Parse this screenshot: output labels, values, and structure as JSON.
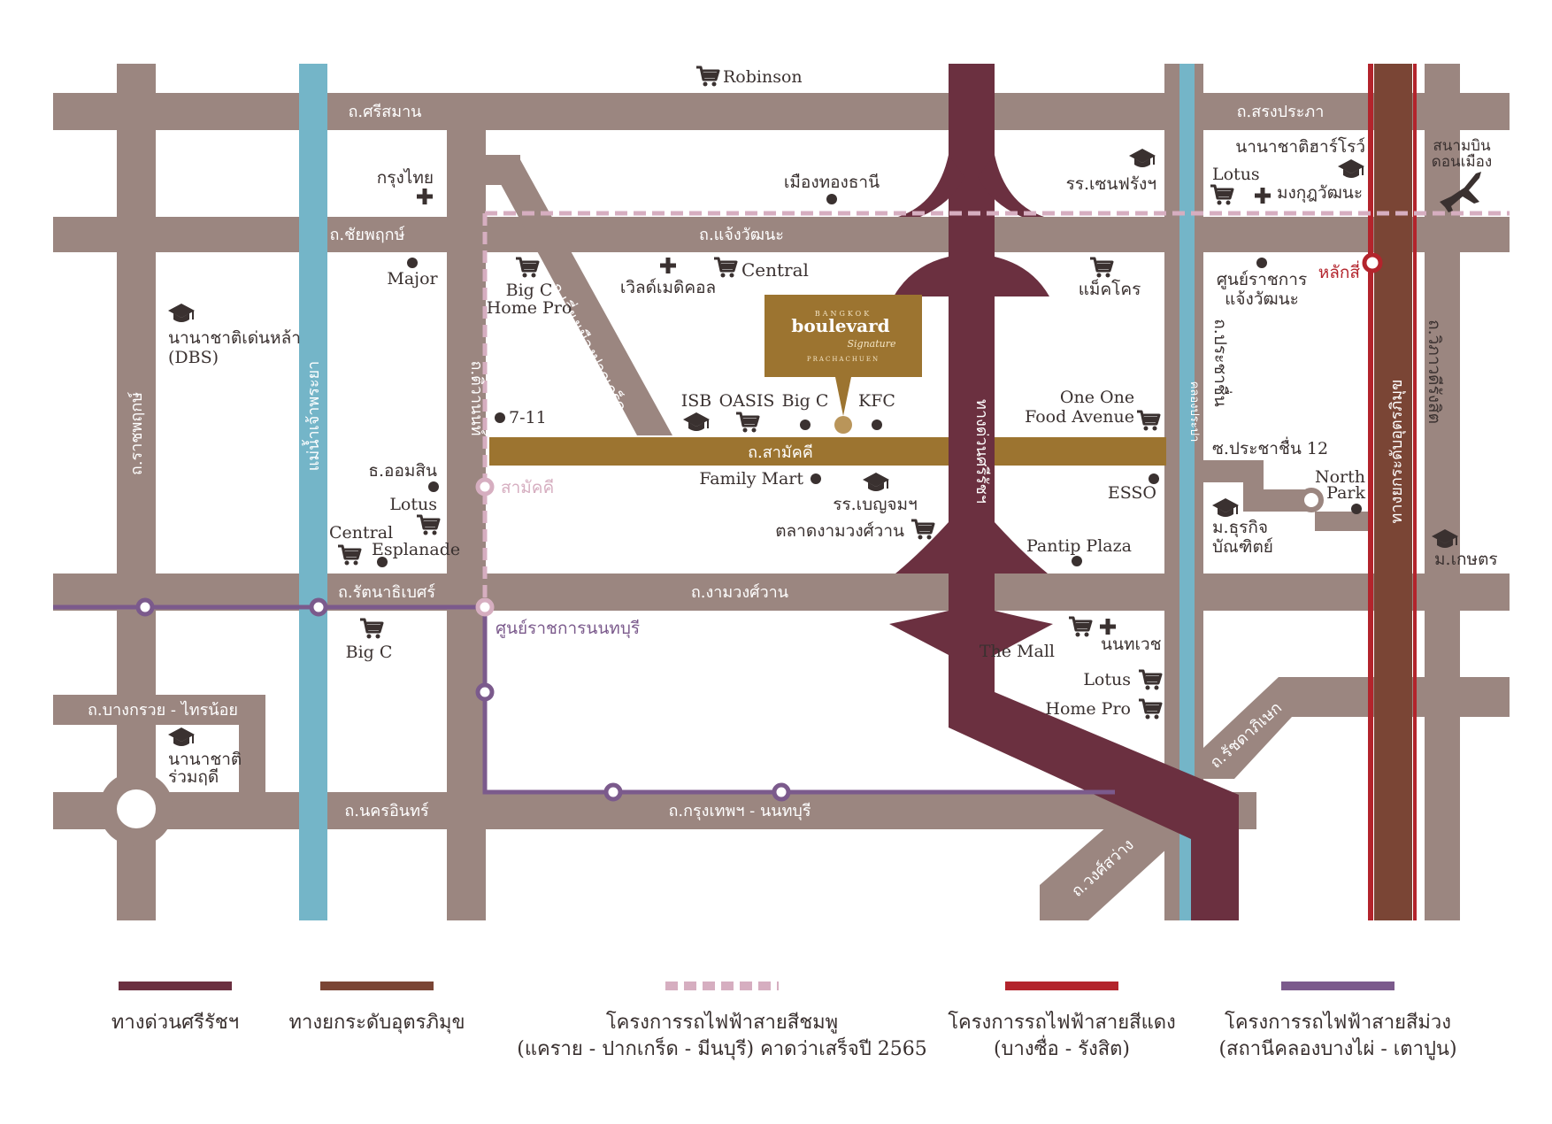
{
  "colors": {
    "road": "#9b8680",
    "expressway": "#6b3040",
    "tollway": "#7a4535",
    "pink_line": "#d6aec0",
    "red_line": "#b3242c",
    "purple_line": "#7b5a8c",
    "canal": "#74b5c8",
    "main_street": "#9c7430",
    "text": "#3a3130",
    "station_red": "#b3242c"
  },
  "roads": {
    "sri_samarn": "ถ.ศรีสมาน",
    "songprapa": "ถ.สรงประภา",
    "chaiyaphruek": "ถ.ชัยพฤกษ์",
    "chaengwattana": "ถ.แจ้งวัฒนะ",
    "samakkhi": "ถ.สามัคคี",
    "rattanathibet": "ถ.รัตนาธิเบศร์",
    "ngamwongwan": "ถ.งามวงศ์วาน",
    "bangkruai_sainoi": "ถ.บางกรวย - ไทรน้อย",
    "nakhon_in": "ถ.นครอินทร์",
    "bangkok_nonthaburi": "ถ.กรุงเทพฯ - นนทบุรี",
    "ratchaphruek": "ถ.ราชพฤกษ์",
    "tiwanon": "ถ.ติวานนท์",
    "leang_muang": "ถ.เลี่ยงเมืองปากเกร็ด",
    "expressway": "ทางด่วนศรีรัชฯ",
    "prachachuen": "ถ.ประชาชื่น",
    "vibhavadi": "ถ.วิภาวดีรังสิต",
    "tollway": "ทางยกระดับอุตรภิมุข",
    "soi_prachachuen12": "ซ.ประชาชื่น 12",
    "ratchadaphisek": "ถ.รัชดาภิเษก",
    "wongsawang": "ถ.วงศ์สว่าง",
    "chaophraya_river": "แม่น้ำเจ้าพระยา",
    "khlong_prapa": "คลองประปา"
  },
  "places": {
    "robinson": "Robinson",
    "krungthai": "กรุงไทย",
    "muang_thong": "เมืองทองธานี",
    "st_francis": "รร.เซนฟรังฯ",
    "harrow": "นานาชาติฮาร์โรว์",
    "lotus_1": "Lotus",
    "mongkut": "มงกุฎวัฒนะ",
    "airport_l1": "สนามบิน",
    "airport_l2": "ดอนเมือง",
    "major": "Major",
    "dbs_l1": "นานาชาติเด่นหล้า",
    "dbs_l2": "(DBS)",
    "bigc_homepro_l1": "Big C",
    "bigc_homepro_l2": "Home Pro",
    "world_medical": "เวิลด์เมดิคอล",
    "central_top": "Central",
    "makro": "แม็คโคร",
    "govt_center_cw_l1": "ศูนย์ราชการ",
    "govt_center_cw_l2": "แจ้งวัฒนะ",
    "laksi": "หลักสี่",
    "isb": "ISB",
    "oasis": "OASIS",
    "bigc_samakkhi": "Big C",
    "kfc": "KFC",
    "one_one_l1": "One One",
    "one_one_l2": "Food Avenue",
    "seven_eleven": "7-11",
    "gsb": "ธ.ออมสิน",
    "lotus_2": "Lotus",
    "central_esplanade_l1": "Central",
    "central_esplanade_l2": "Esplanade",
    "samakkhi_station": "สามัคคี",
    "family_mart": "Family Mart",
    "benjamarachutit": "รร.เบญจมฯ",
    "ngamwongwan_market": "ตลาดงามวงศ์วาน",
    "esso": "ESSO",
    "dpu_l1": "ม.ธุรกิจ",
    "dpu_l2": "บัณฑิตย์",
    "north_park_l1": "North",
    "north_park_l2": "Park",
    "pantip": "Pantip Plaza",
    "kasetsart": "ม.เกษตร",
    "bigc_rattana": "Big C",
    "nonthaburi_govt": "ศูนย์ราชการนนทบุรี",
    "the_mall": "The Mall",
    "nonthavej": "นนทเวช",
    "lotus_3": "Lotus",
    "homepro_2": "Home Pro",
    "ruamrudee_l1": "นานาชาติ",
    "ruamrudee_l2": "ร่วมฤดี"
  },
  "logo": {
    "top": "BANGKOK",
    "name": "boulevard",
    "script": "Signature",
    "bottom": "PRACHACHUEN"
  },
  "legend": [
    {
      "id": "expressway",
      "label_l1": "ทางด่วนศรีรัชฯ",
      "label_l2": ""
    },
    {
      "id": "tollway",
      "label_l1": "ทางยกระดับอุตรภิมุข",
      "label_l2": ""
    },
    {
      "id": "pink",
      "label_l1": "โครงการรถไฟฟ้าสายสีชมพู",
      "label_l2": "(แคราย - ปากเกร็ด - มีนบุรี) คาดว่าเสร็จปี 2565"
    },
    {
      "id": "red",
      "label_l1": "โครงการรถไฟฟ้าสายสีแดง",
      "label_l2": "(บางซื่อ - รังสิต)"
    },
    {
      "id": "purple",
      "label_l1": "โครงการรถไฟฟ้าสายสีม่วง",
      "label_l2": "(สถานีคลองบางไผ่ - เตาปูน)"
    }
  ]
}
